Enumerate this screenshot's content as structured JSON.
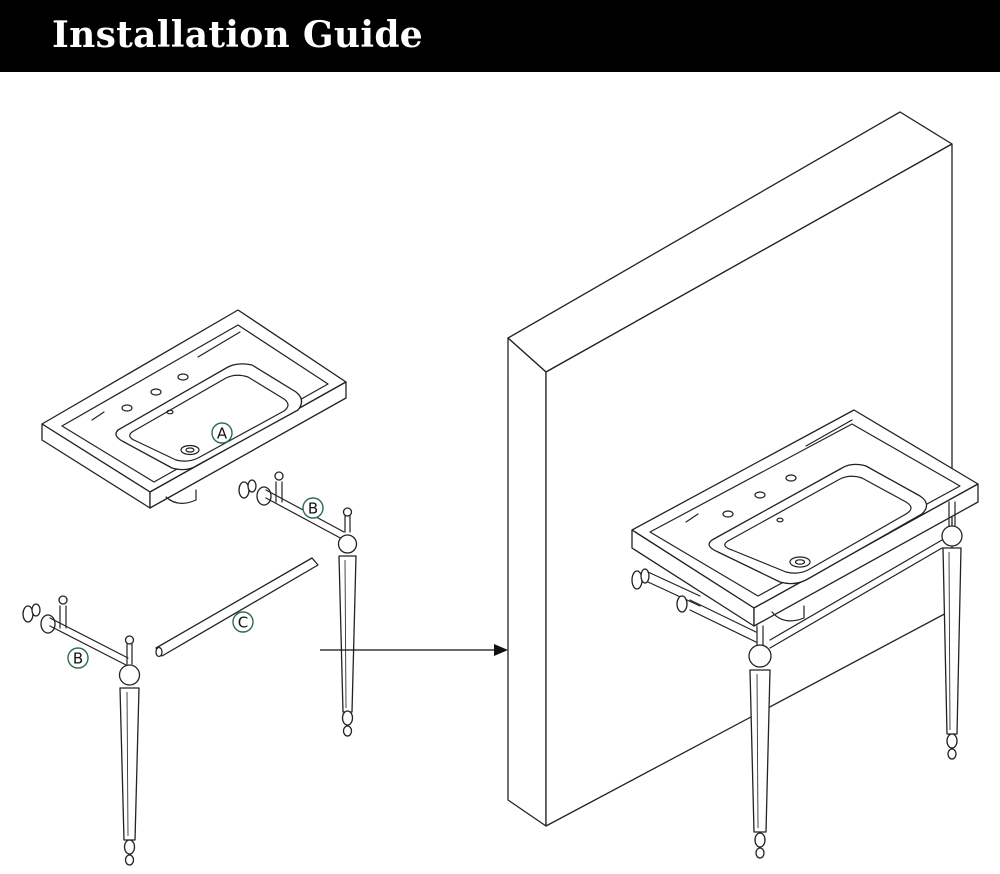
{
  "header": {
    "title": "Installation Guide"
  },
  "labels": {
    "a": "A",
    "b_upper": "B",
    "b_lower": "B",
    "c": "C"
  },
  "colors": {
    "header_bg": "#000000",
    "header_text": "#ffffff",
    "callout_ring": "#2a6e4a",
    "line": "#222222"
  }
}
